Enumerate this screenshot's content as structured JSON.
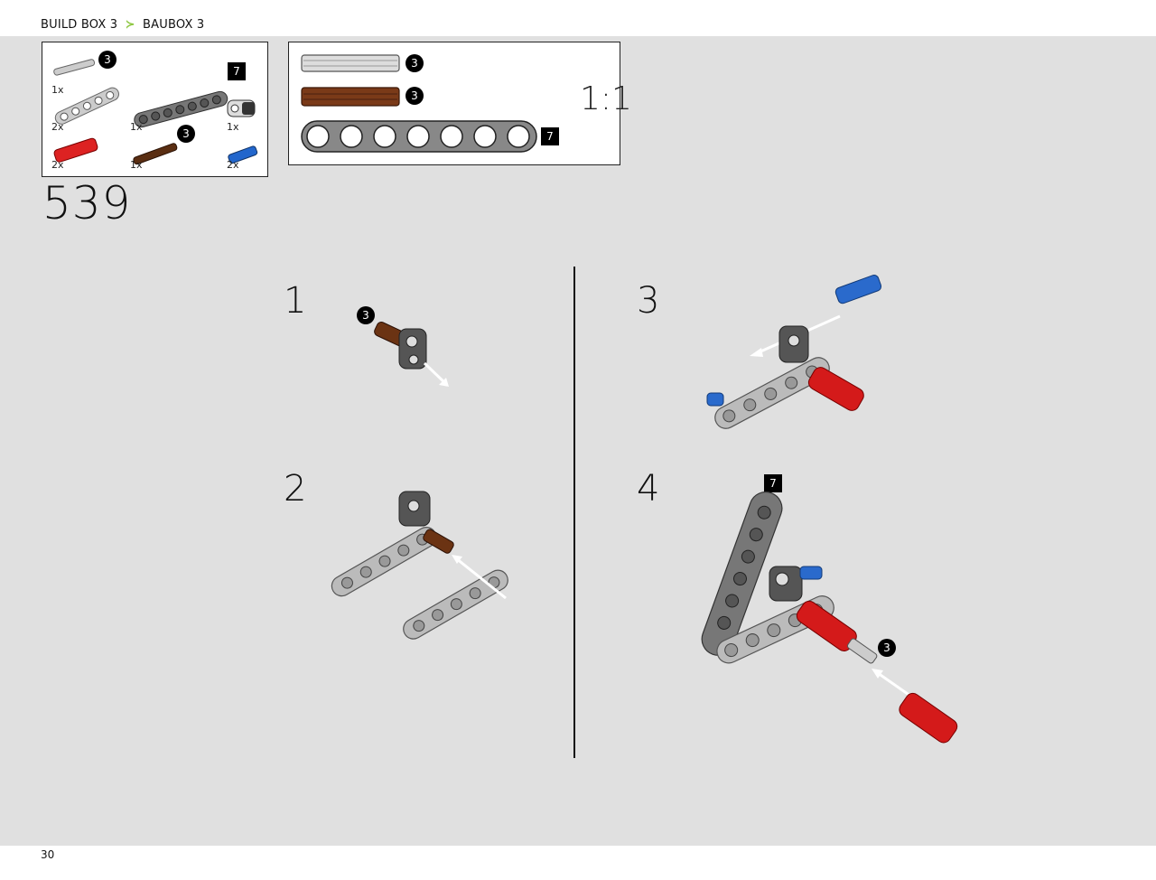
{
  "header": {
    "left": "BUILD BOX 3",
    "sep": "≻",
    "right": "BAUBOX 3"
  },
  "parts_list": [
    {
      "qty": "1x",
      "badge": "3"
    },
    {
      "qty": "2x"
    },
    {
      "qty": "2x"
    },
    {
      "qty": "1x",
      "badge": "7"
    },
    {
      "qty": "1x",
      "badge": "3"
    },
    {
      "qty": "1x"
    },
    {
      "qty": "2x"
    }
  ],
  "scale_box": {
    "badges": [
      "3",
      "3",
      "7"
    ],
    "scale": "1:1"
  },
  "step_number": "539",
  "substeps": [
    {
      "num": "1",
      "badge": "3"
    },
    {
      "num": "2"
    },
    {
      "num": "3"
    },
    {
      "num": "4",
      "badges": [
        "7",
        "3"
      ]
    }
  ],
  "page_number": "30"
}
